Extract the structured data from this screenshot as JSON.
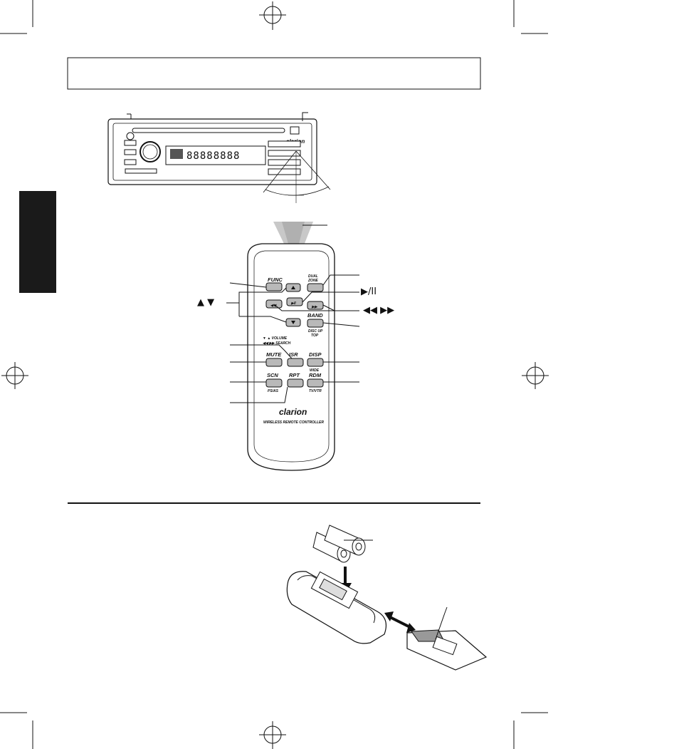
{
  "head_unit": {
    "brand": "clarion",
    "display_digits": "88888888",
    "left_buttons": [
      "",
      "",
      ""
    ],
    "right_buttons": [
      "",
      "",
      "",
      ""
    ]
  },
  "remote": {
    "brand": "clarion",
    "subtitle": "WIRELESS REMOTE CONTROLLER",
    "buttons": {
      "func": "FUNC",
      "dual_zone": "DUAL\nZONE",
      "band": "BAND",
      "band_sub": "DISC UP\nTOP",
      "volume_label": "▼ ▲ VOLUME",
      "search_label": "◀◀ ▶▶ SEARCH",
      "mute": "MUTE",
      "isr": "ISR",
      "disp": "DISP",
      "disp_sub": "WIDE",
      "scn": "SCN",
      "scn_sub": "PS/AS",
      "rpt": "RPT",
      "rdm": "RDM",
      "rdm_sub": "TV/VTR"
    }
  },
  "callout_symbols": {
    "up_down": "▲  ▼",
    "play_pause": "▶/II",
    "rew_ff": "◀◀  ▶▶"
  },
  "colors": {
    "ink": "#111111",
    "tab": "#1a1a1a",
    "button_gray": "#b9b9b9",
    "ir_beam": "#bfbfbf"
  }
}
